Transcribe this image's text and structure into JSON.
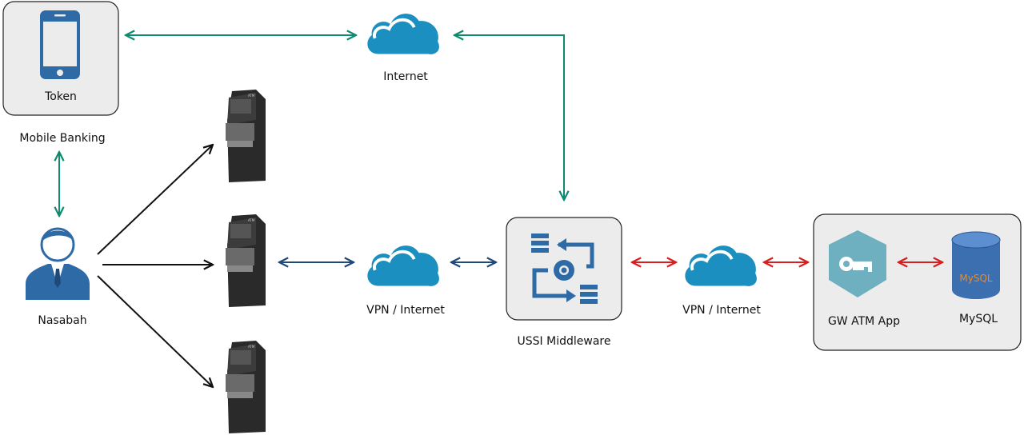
{
  "labels": {
    "token": "Token",
    "mobile_banking": "Mobile Banking",
    "internet": "Internet",
    "nasabah": "Nasabah",
    "vpn_internet_1": "VPN / Internet",
    "ussi_middleware": "USSI Middleware",
    "vpn_internet_2": "VPN / Internet",
    "gw_atm_app": "GW ATM App",
    "mysql": "MySQL"
  },
  "logos": {
    "mysql_logo_text": "MySQL",
    "atm_text": "ATM"
  },
  "colors": {
    "internet_link": "#0e8a6e",
    "vpn_link": "#1f4a78",
    "backend_link": "#d81e1e",
    "cloud": "#1b8fc0",
    "icon_blue": "#2e6aa6",
    "hexagon": "#6eafc0",
    "box_bg": "#ececec"
  },
  "icons": [
    "smartphone-icon",
    "cloud-icon",
    "user-icon",
    "atm-icon",
    "middleware-icon",
    "key-hexagon-icon",
    "database-icon"
  ]
}
